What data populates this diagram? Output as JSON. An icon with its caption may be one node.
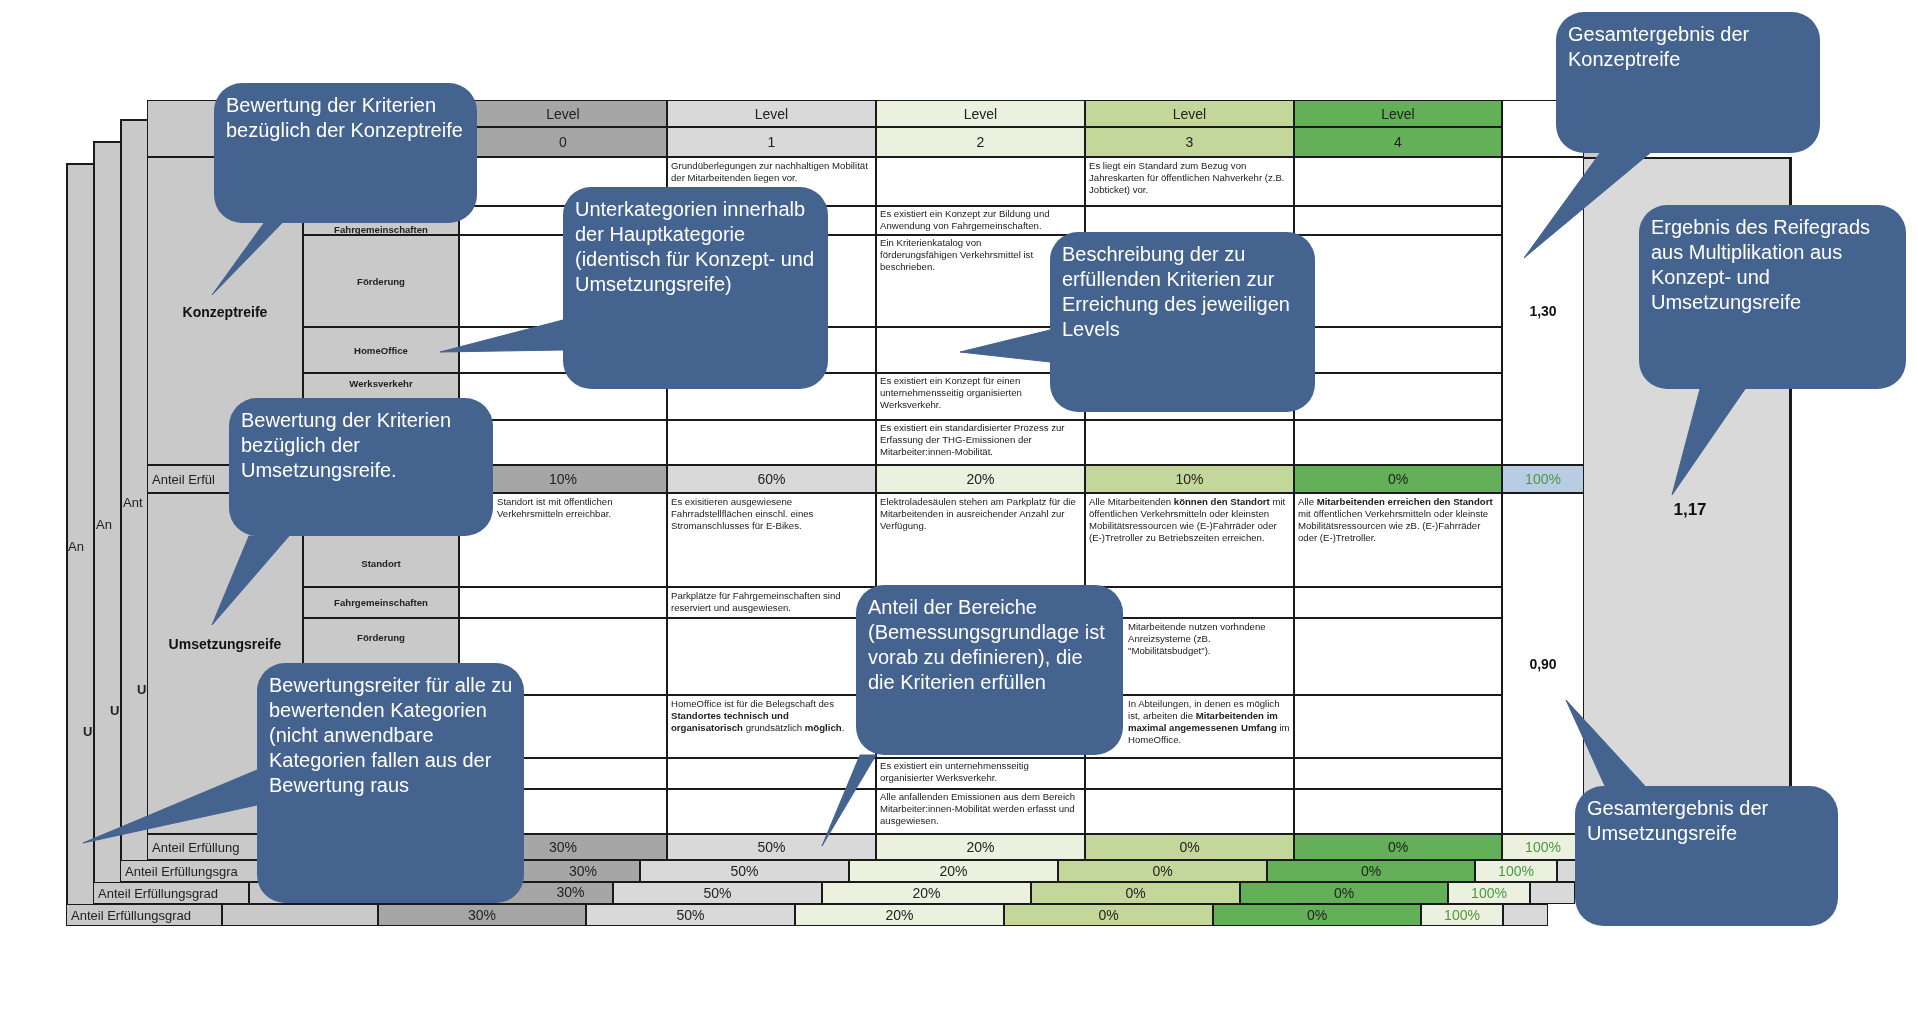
{
  "diagram": {
    "nodes": [
      {
        "text": [
          "Bewertung der Kriterien bezüglich der Konzeptreife"
        ]
      },
      {
        "text": [
          "Unterkategorien innerhalb der Hauptkategorie (identisch für Konzept- und Umsetzungsreife)"
        ]
      },
      {
        "text": [
          "Beschreibung der zu erfüllenden Kriterien zur Erreichung des jeweiligen Levels"
        ]
      },
      {
        "text": [
          "Gesamtergebnis der Konzeptreife"
        ]
      },
      {
        "text": [
          "Ergebnis des Reifegrads aus Multiplikation aus Konzept- und Umsetzungsreife"
        ]
      },
      {
        "text": [
          "Bewertung der Kriterien bezüglich der Umsetzungsreife."
        ]
      },
      {
        "text": [
          "Anteil der Bereiche (Bemessungsgrundlage ist vorab zu definieren), die die Kriterien erfüllen"
        ]
      },
      {
        "text": [
          "Bewertungsreiter für alle zu bewertenden Kategorien (nicht anwendbare Kategorien fallen aus der Bewertung raus"
        ]
      },
      {
        "text": [
          "Gesamtergebnis der Umsetzungsreife"
        ]
      }
    ],
    "edges": [
      {
        "from": 0,
        "to": null,
        "arrow": "to"
      },
      {
        "from": 1,
        "to": null,
        "arrow": "to"
      },
      {
        "from": 2,
        "to": null,
        "arrow": "to"
      },
      {
        "from": 3,
        "to": null,
        "arrow": "to"
      },
      {
        "from": 4,
        "to": null,
        "arrow": "to"
      },
      {
        "from": 5,
        "to": null,
        "arrow": "to"
      },
      {
        "from": 6,
        "to": null,
        "arrow": "to"
      },
      {
        "from": 7,
        "to": null,
        "arrow": "to"
      },
      {
        "from": 8,
        "to": null,
        "arrow": "to"
      }
    ],
    "labels": [
      "Level",
      "Level",
      "Level",
      "Level",
      "Level",
      "0",
      "1",
      "2",
      "3",
      "4",
      "Grundüberlegungen zur nachhaltigen Mobilität der Mitarbeitenden liegen vor.",
      "Es liegt ein Standard zum Bezug von Jahreskarten für öffentlichen Nahverkehr (z.B. Jobticket) vor.",
      "Fahrgemeinschaften",
      "Es existiert ein Konzept zur Bildung und Anwendung von Fahrgemeinschaften.",
      "Ein Kriterienkatalog von förderungsfähigen Verkehrsmittel ist beschrieben.",
      "Förderung",
      "Konzeptreife",
      "1,30",
      "HomeOffice",
      "Werksverkehr",
      "Es existiert ein Konzept für einen unternehmensseitig organisierten Werksverkehr.",
      "Es existiert ein standardisierter Prozess zur Erfassung der THG-Emissionen der Mitarbeiter:innen-Mobilität.",
      "Anteil Erfül",
      "10%",
      "60%",
      "20%",
      "10%",
      "0%",
      "100%",
      "Standort ist mit öffentlichen Verkehrsmitteln erreichbar.",
      "Es exisitieren ausgewiesene Fahrradstellflächen einschl. eines Stromanschlusses für E-Bikes.",
      "Elektroladesäulen stehen am Parkplatz für die Mitarbeitenden in ausreichender Anzahl zur Verfügung.",
      "Alle Mitarbeitenden **können den Standort** mit öffentlichen Verkehrsmitteln oder kleinsten Mobilitätsressourcen wie (E-)Fahrräder oder (E-)Tretroller zu Betriebszeiten erreichen.",
      "Alle **Mitarbeitenden erreichen den Standort** mit öffentlichen Verkehrsmitteln oder kleinste Mobilitätsressourcen wie zB. (E-)Fahrräder oder (E-)Tretroller.",
      "Standort",
      "Fahrgemeinschaften",
      "Parkplätze für Fahrgemeinschaften sind reserviert und ausgewiesen.",
      "Förderung",
      "Umsetzungsreife",
      "Mitarbeitende nutzen vorhndene Anreizsysteme (zB. \"Mobilitätsbudget\").",
      "0,90",
      "HomeOffice ist für die Belegschaft des **Standortes technisch und organisatorisch** grundsätzlich **möglich**.",
      "In Abteilungen, in denen es möglich ist, arbeiten die **Mitarbeitenden im maximal angemessenen Umfang** im HomeOffice.",
      "Es existiert ein unternehmensseitig organisierter Werksverkehr.",
      "Alle anfallenden Emissionen aus dem Bereich Mitarbeiter:innen-Mobilität werden erfasst und ausgewiesen.",
      "Anteil Erfüllung",
      "30%",
      "50%",
      "20%",
      "0%",
      "0%",
      "100%",
      "Anteil Erfüllungsgra",
      "30%",
      "50%",
      "20%",
      "0%",
      "0%",
      "100%",
      "Anteil Erfüllungsgrad",
      "30%",
      "50%",
      "20%",
      "0%",
      "0%",
      "100%",
      "Anteil Erfüllungsgrad",
      "30%",
      "50%",
      "20%",
      "0%",
      "0%",
      "100%",
      "1,17",
      "Ant",
      "An",
      "An",
      "U",
      "U",
      "U"
    ]
  }
}
